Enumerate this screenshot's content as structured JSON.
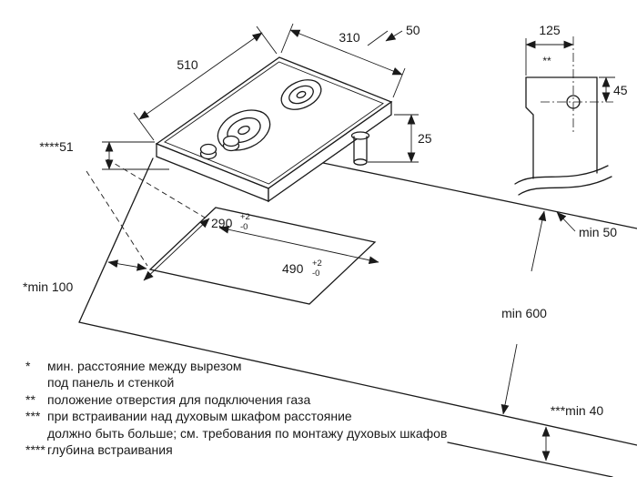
{
  "dims": {
    "w510": "510",
    "w310": "310",
    "gas50": "50",
    "h25": "25",
    "depth51": "****51",
    "hole125": "125",
    "hole45": "45",
    "hole_ref": "**",
    "cut290": "290",
    "tol290p": "+2",
    "tol290m": "-0",
    "cut490": "490",
    "tol490p": "+2",
    "tol490m": "-0",
    "min50": "min 50",
    "min100": "*min 100",
    "min600": "min 600",
    "min40": "***min 40"
  },
  "footnotes": [
    {
      "marker": "*",
      "line1": "мин. расстояние между вырезом",
      "line2": "под панель и стенкой"
    },
    {
      "marker": "**",
      "line1": "положение отверстия для подключения газа",
      "line2": ""
    },
    {
      "marker": "***",
      "line1": "при встраивании над духовым шкафом расстояние",
      "line2": "должно быть больше; см. требования по монтажу духовых шкафов"
    },
    {
      "marker": "****",
      "line1": "глубина встраивания",
      "line2": ""
    }
  ]
}
